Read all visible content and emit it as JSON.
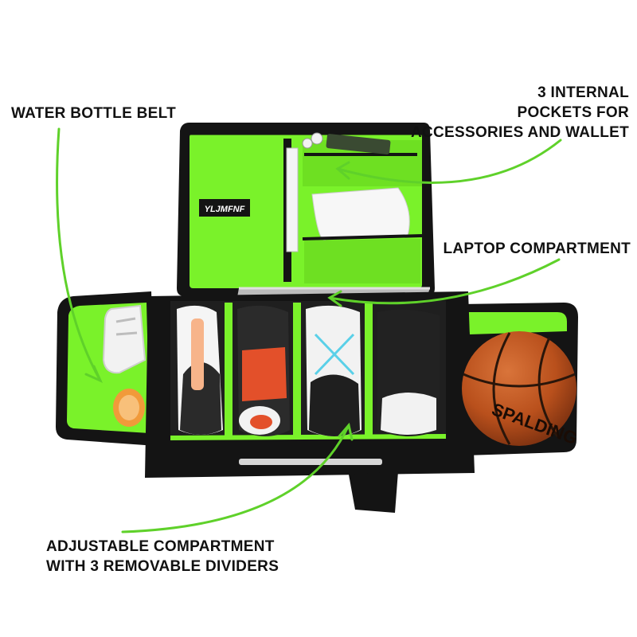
{
  "brand": {
    "logo_text": "YLJMFNF"
  },
  "basketball": {
    "print": "SPALDING"
  },
  "colors": {
    "accent_green": "#6fe01c",
    "lining_green": "#7af22a",
    "bag_black": "#141414",
    "ball_orange": "#c8561c",
    "arrow_green": "#5fd12a"
  },
  "callouts": {
    "water_bottle": {
      "lines": [
        "WATER BOTTLE BELT"
      ]
    },
    "pockets": {
      "lines": [
        "3 INTERNAL",
        "POCKETS FOR",
        "ACCESSORIES AND WALLET"
      ]
    },
    "laptop": {
      "lines": [
        "LAPTOP COMPARTMENT"
      ]
    },
    "dividers": {
      "lines": [
        "ADJUSTABLE COMPARTMENT",
        "WITH 3 REMOVABLE DIVIDERS"
      ]
    }
  }
}
